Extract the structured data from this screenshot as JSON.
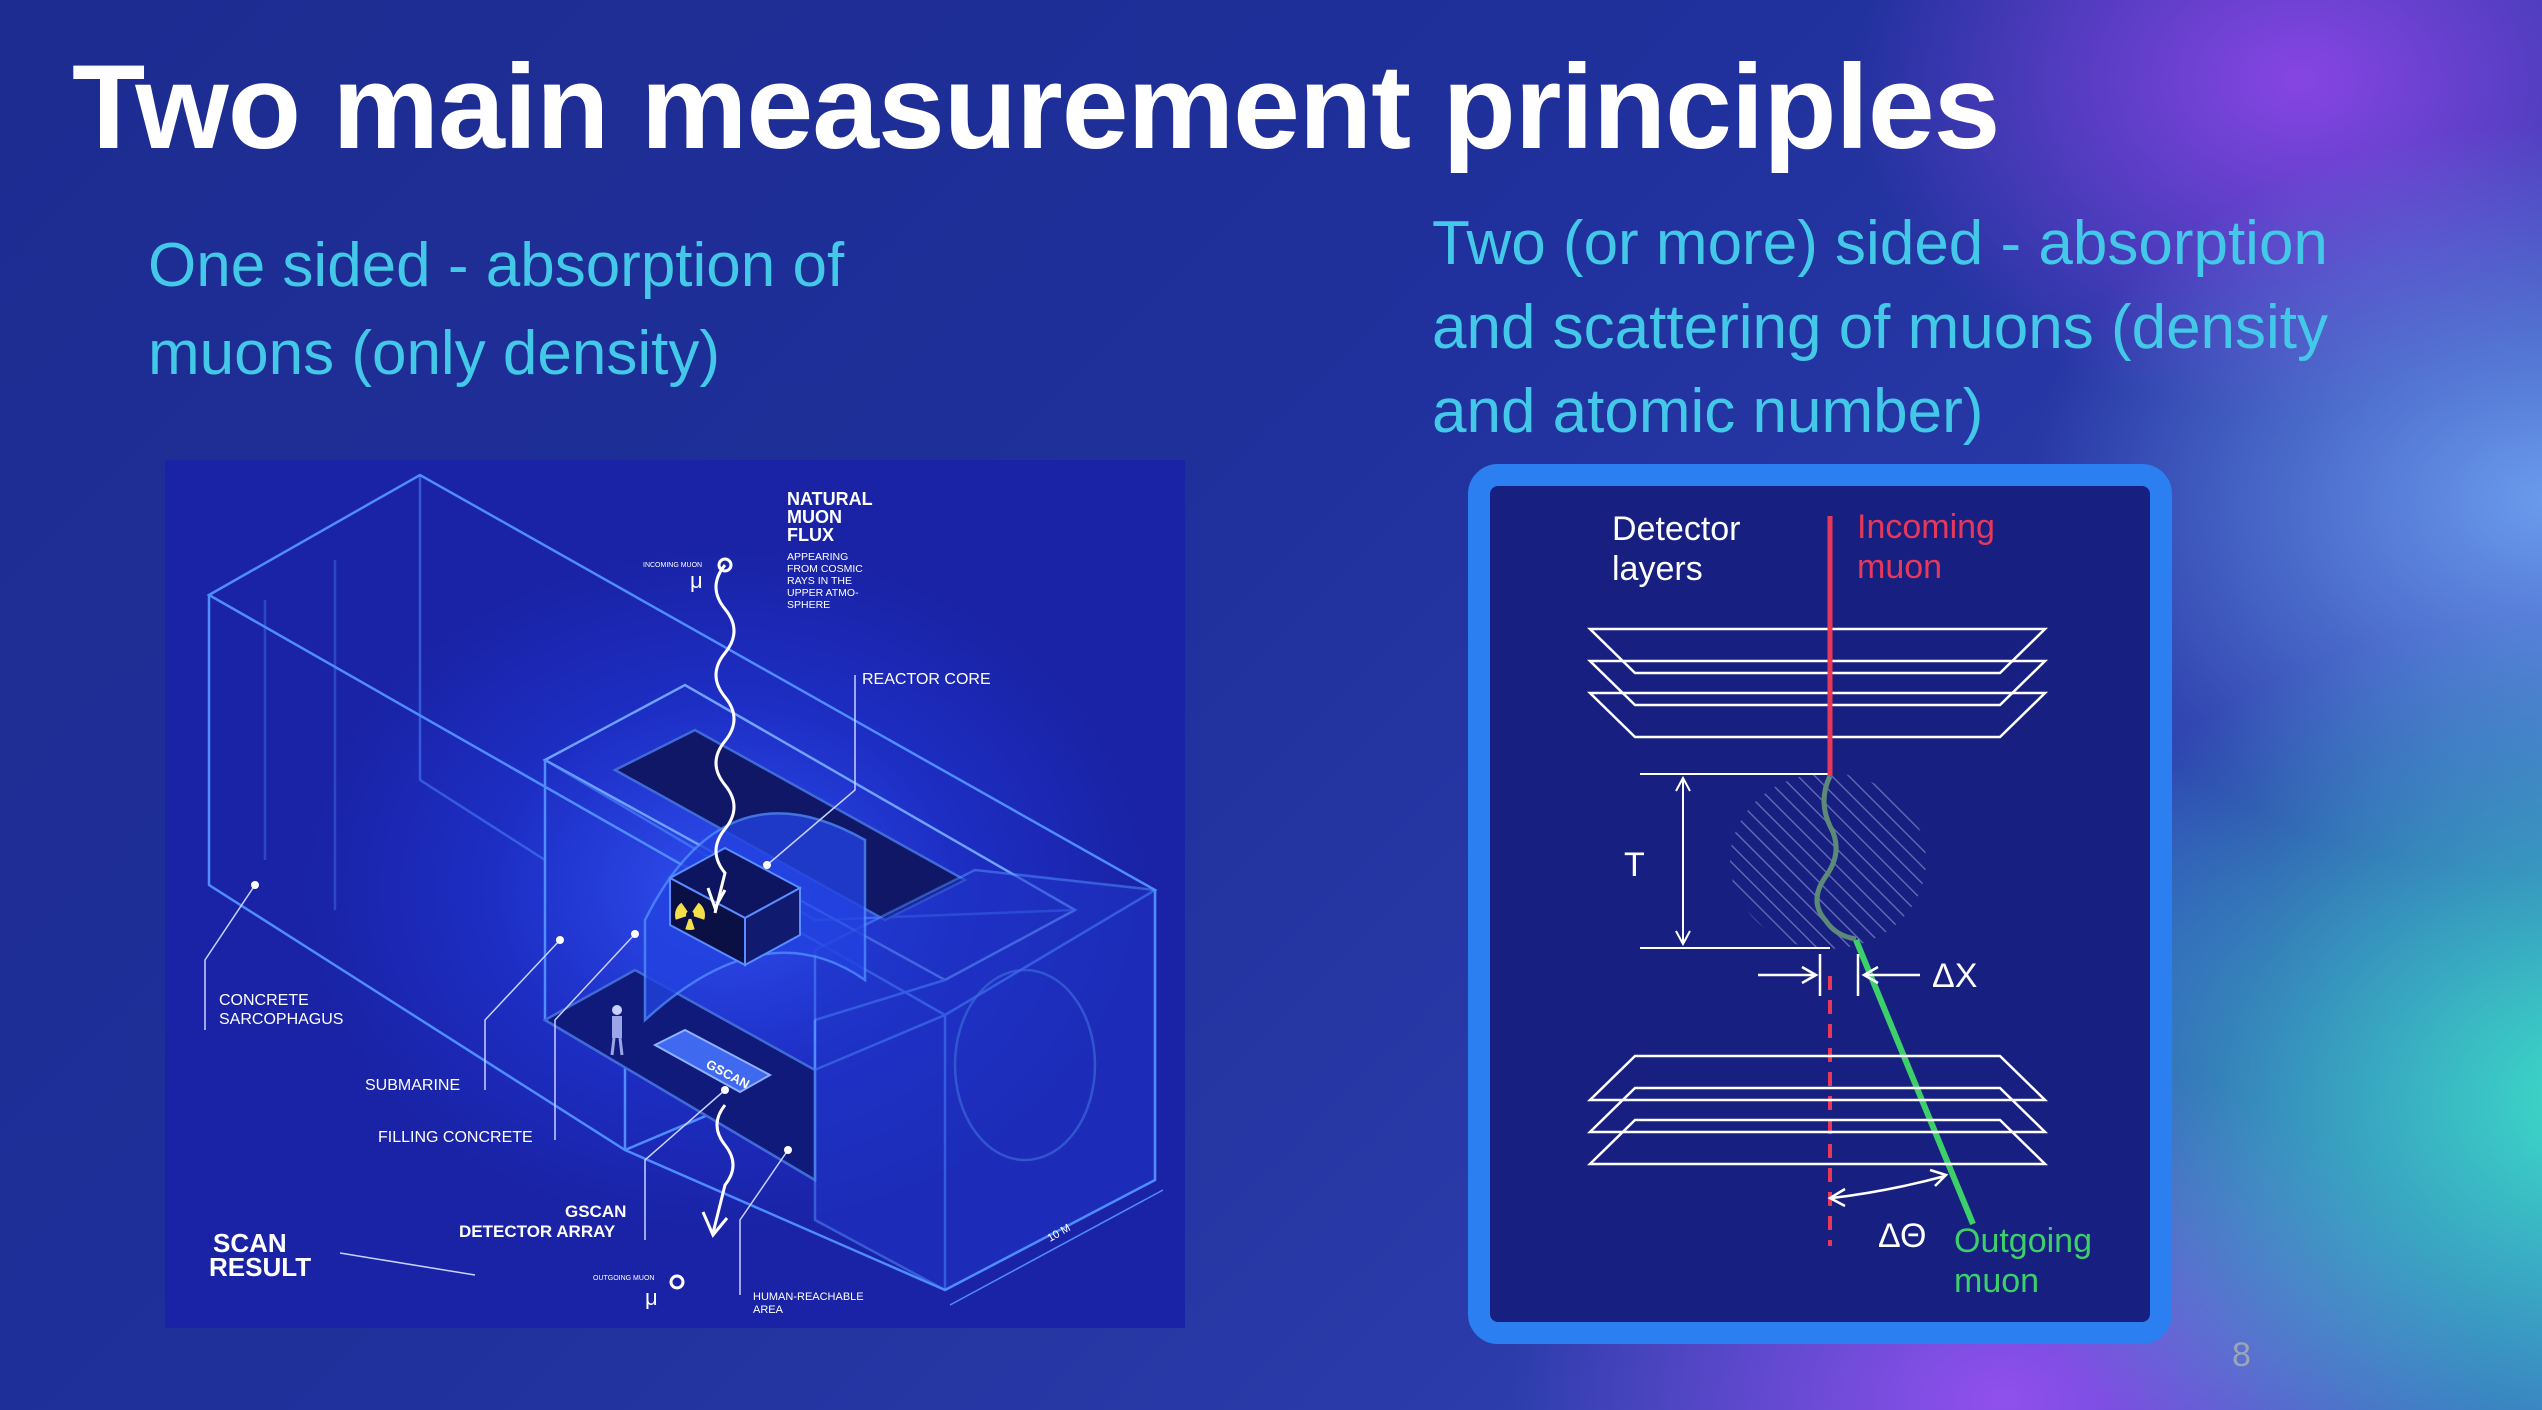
{
  "slide": {
    "title": "Two main measurement principles",
    "left_heading_line1": "One sided - absorption of",
    "left_heading_line2": "muons (only density)",
    "right_heading_line1": "Two (or more) sided - absorption",
    "right_heading_line2": "and scattering of muons (density",
    "right_heading_line3": "and atomic number)",
    "page_number": "8"
  },
  "illustration": {
    "natural_muon_flux_1": "NATURAL",
    "natural_muon_flux_2": "MUON",
    "natural_muon_flux_3": "FLUX",
    "flux_note_1": "APPEARING",
    "flux_note_2": "FROM COSMIC",
    "flux_note_3": "RAYS IN THE",
    "flux_note_4": "UPPER ATMO-",
    "flux_note_5": "SPHERE",
    "incoming_muon": "INCOMING MUON",
    "mu_symbol": "μ",
    "reactor_core": "REACTOR CORE",
    "concrete_sarcophagus_1": "CONCRETE",
    "concrete_sarcophagus_2": "SARCOPHAGUS",
    "submarine": "SUBMARINE",
    "filling_concrete": "FILLING CONCRETE",
    "gscan_array_1": "GSCAN",
    "gscan_array_2": "DETECTOR ARRAY",
    "scan_result_1": "SCAN",
    "scan_result_2": "RESULT",
    "outgoing_muon": "OUTGOING MUON",
    "human_reachable_1": "HUMAN-REACHABLE",
    "human_reachable_2": "AREA",
    "scale": "10 M",
    "gscan_logo": "GSCAN"
  },
  "diagram": {
    "detector_layers_1": "Detector",
    "detector_layers_2": "layers",
    "incoming_muon_1": "Incoming",
    "incoming_muon_2": "muon",
    "thickness": "T",
    "delta_x": "ΔX",
    "delta_theta": "ΔΘ",
    "outgoing_muon_1": "Outgoing",
    "outgoing_muon_2": "muon",
    "colors": {
      "incoming": "#e8385a",
      "outgoing": "#3ccf6a",
      "frame": "#2b7ff0"
    }
  }
}
